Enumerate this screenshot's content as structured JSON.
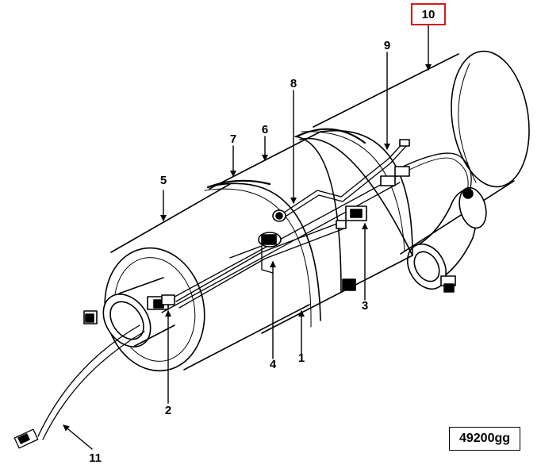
{
  "callouts": {
    "c1": "1",
    "c2": "2",
    "c3": "3",
    "c4": "4",
    "c5": "5",
    "c6": "6",
    "c7": "7",
    "c8": "8",
    "c9": "9",
    "c10": "10",
    "c11": "11"
  },
  "reference_code": "49200gg",
  "highlight_color": "#d41a1a"
}
